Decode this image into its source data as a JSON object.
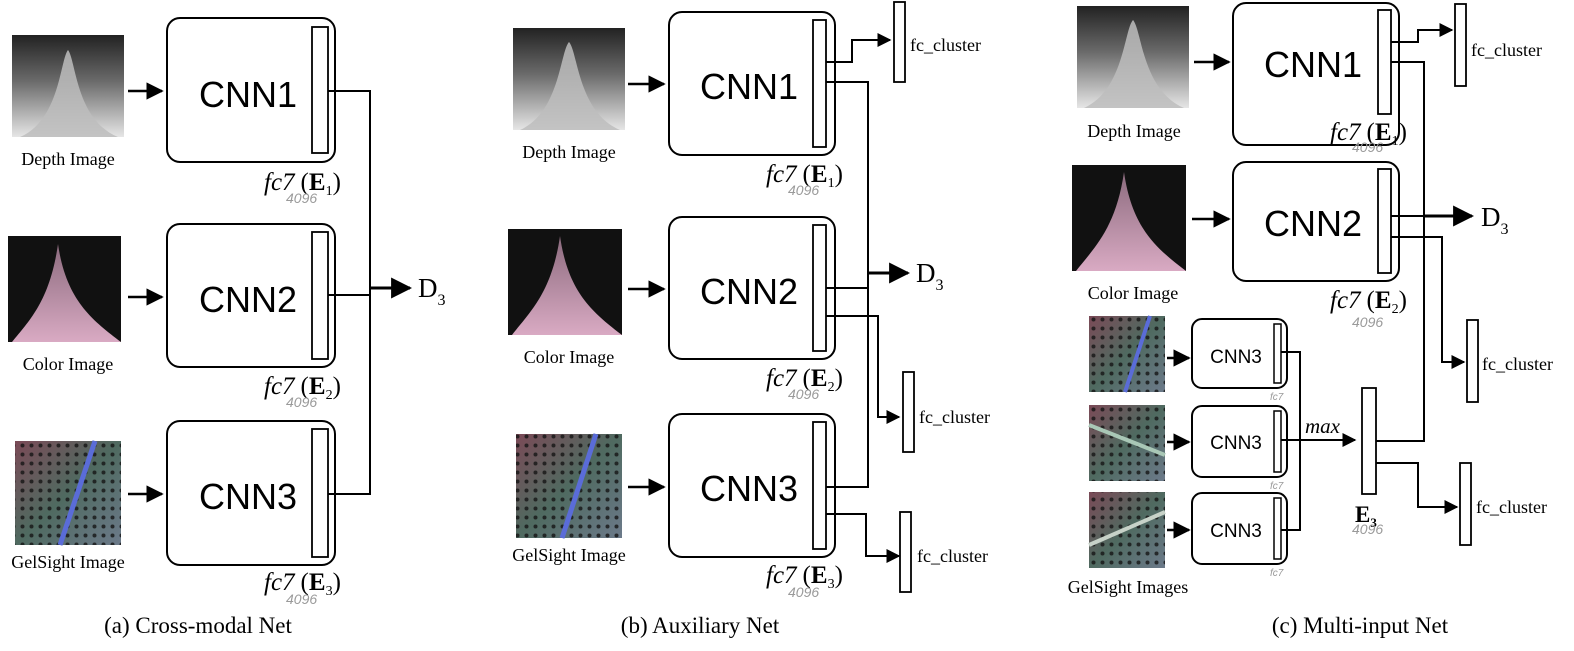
{
  "panels": [
    {
      "caption": "(a) Cross-modal Net",
      "inputs": [
        "Depth Image",
        "Color Image",
        "GelSight Image"
      ],
      "networks": [
        "CNN1",
        "CNN2",
        "CNN3"
      ],
      "fc_labels": [
        "fc7",
        "fc7",
        "fc7"
      ],
      "embeddings": [
        "E",
        "E",
        "E"
      ],
      "embedding_subs": [
        "1",
        "2",
        "3"
      ],
      "dims": [
        "4096",
        "4096",
        "4096"
      ],
      "output": "D",
      "output_sub": "3"
    },
    {
      "caption": "(b) Auxiliary Net",
      "inputs": [
        "Depth Image",
        "Color Image",
        "GelSight Image"
      ],
      "networks": [
        "CNN1",
        "CNN2",
        "CNN3"
      ],
      "fc_labels": [
        "fc7",
        "fc7",
        "fc7"
      ],
      "embeddings": [
        "E",
        "E",
        "E"
      ],
      "embedding_subs": [
        "1",
        "2",
        "3"
      ],
      "dims": [
        "4096",
        "4096",
        "4096"
      ],
      "aux": [
        "fc_cluster",
        "fc_cluster",
        "fc_cluster"
      ],
      "output": "D",
      "output_sub": "3"
    },
    {
      "caption": "(c) Multi-input Net",
      "inputs": [
        "Depth Image",
        "Color Image",
        "GelSight Images"
      ],
      "networks": [
        "CNN1",
        "CNN2",
        "CNN3",
        "CNN3",
        "CNN3"
      ],
      "fc_labels": [
        "fc7",
        "fc7",
        "fc7",
        "fc7",
        "fc7"
      ],
      "embeddings": [
        "E",
        "E",
        "E"
      ],
      "embedding_subs": [
        "1",
        "2",
        "3"
      ],
      "dims": [
        "4096",
        "4096",
        "4096"
      ],
      "pool": "max",
      "aux": [
        "fc_cluster",
        "fc_cluster",
        "fc_cluster"
      ],
      "output": "D",
      "output_sub": "3"
    }
  ],
  "colors": {
    "line": "#000000",
    "dim_text": "#9a9a9a",
    "depth_image": "#8a8a8a",
    "color_image": "#b98aa6",
    "gelsight_image": "#5e6a66"
  },
  "icons": [
    "depth-image-thumbnail",
    "color-image-thumbnail",
    "gelsight-image-thumbnail"
  ]
}
